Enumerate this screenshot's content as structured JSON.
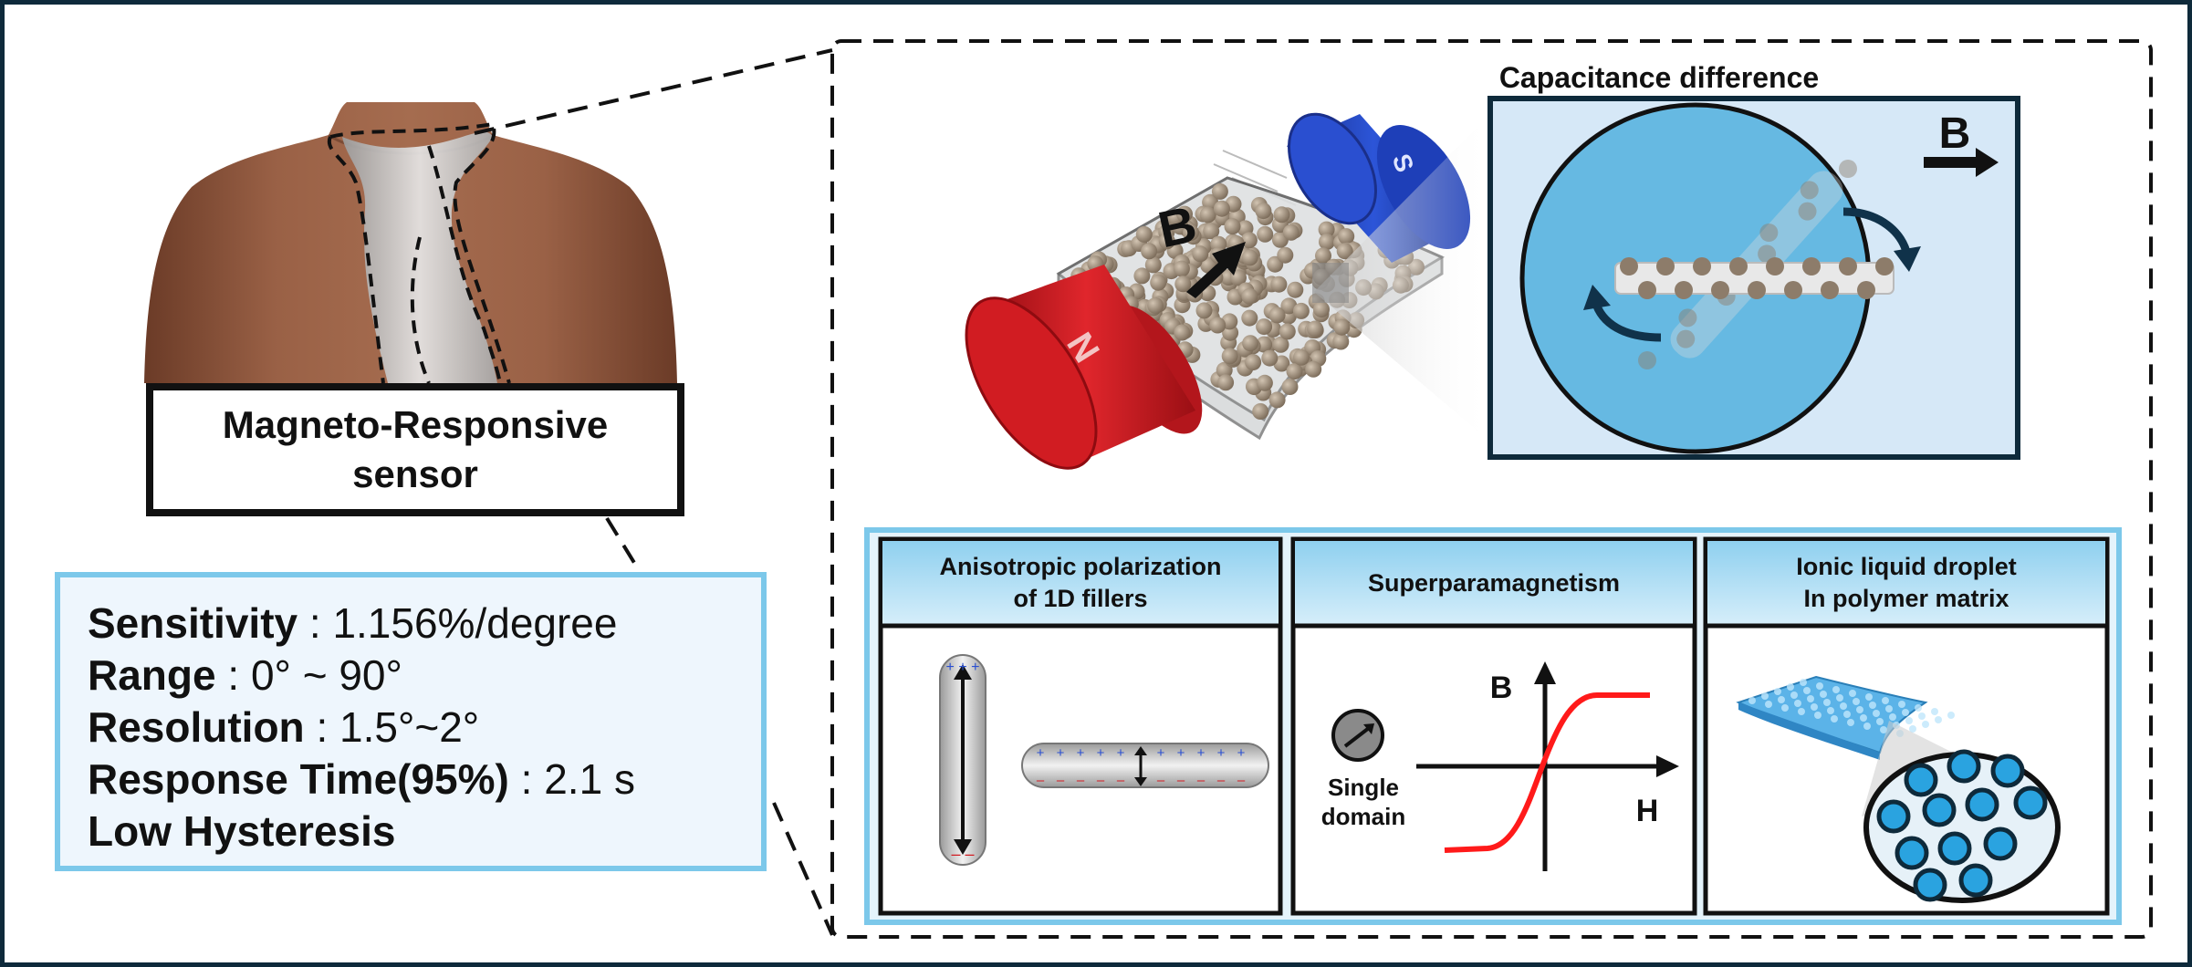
{
  "sensor_label": "Magneto-Responsive\nsensor",
  "specs": [
    {
      "key": "Sensitivity",
      "sep": " : ",
      "value": "1.156%/degree"
    },
    {
      "key": "Range",
      "sep": " : ",
      "value": "0° ~ 90°"
    },
    {
      "key": "Resolution",
      "sep": " : ",
      "value": "1.5°~2°"
    },
    {
      "key": "Response Time(95%)",
      "sep": " : ",
      "value": "2.1 s"
    },
    {
      "key": "Low Hysteresis",
      "sep": "",
      "value": ""
    }
  ],
  "top_panel": {
    "capacitance_title": "Capacitance difference",
    "b_label_3d": "B",
    "b_label_inset": "B",
    "magnet_n": "N",
    "magnet_s": "S"
  },
  "mechanisms": {
    "col1_title_line1": "Anisotropic polarization",
    "col1_title_line2": "of 1D fillers",
    "col2_title": "Superparamagnetism",
    "col3_title_line1": "Ionic liquid droplet",
    "col3_title_line2": "In polymer matrix",
    "single_domain_line1": "Single",
    "single_domain_line2": "domain",
    "axis_b": "B",
    "axis_h": "H"
  },
  "colors": {
    "frame": "#0e2a3b",
    "accent_blue": "#7cc8ea",
    "header_blue": "#bfe3f5",
    "inset_bg": "#d6e8f7",
    "circle_fill": "#66b9e2",
    "magnet_red": "#c0141b",
    "magnet_blue": "#1f46c8",
    "curve_red": "#ff1a1a",
    "particle": "#8d7c6a"
  }
}
